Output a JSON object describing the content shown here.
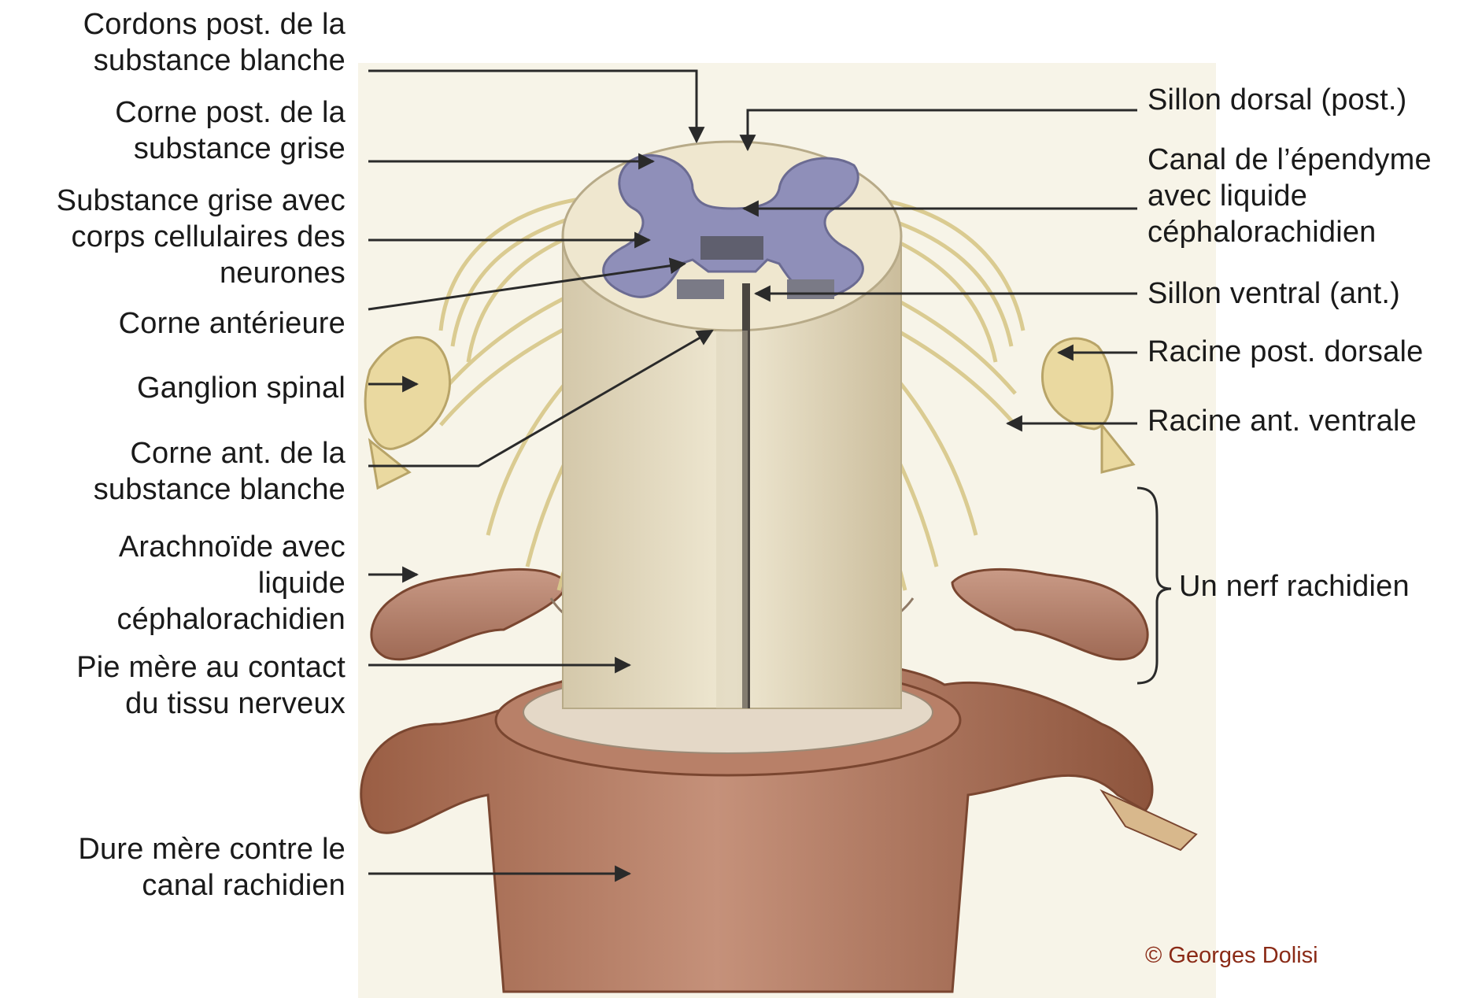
{
  "labels": {
    "cordons_post": [
      "Cordons post. de la",
      "substance blanche"
    ],
    "corne_post": [
      "Corne post. de la",
      "substance grise"
    ],
    "substance_grise": [
      "Substance grise avec",
      "corps cellulaires des",
      "neurones"
    ],
    "corne_anterieure": [
      "Corne antérieure"
    ],
    "ganglion_spinal": [
      "Ganglion spinal"
    ],
    "corne_ant_blanche": [
      "Corne ant. de la",
      "substance blanche"
    ],
    "arachnoide": [
      "Arachnoïde avec",
      "liquide",
      "céphalorachidien"
    ],
    "pie_mere": [
      "Pie mère au contact",
      "du tissu nerveux"
    ],
    "dure_mere": [
      "Dure mère contre le",
      "canal rachidien"
    ],
    "sillon_dorsal": [
      "Sillon dorsal (post.)"
    ],
    "canal_ependyme": [
      "Canal de l’épendyme",
      "avec liquide",
      "céphalorachidien"
    ],
    "sillon_ventral": [
      "Sillon ventral (ant.)"
    ],
    "racine_post": [
      "Racine post. dorsale"
    ],
    "racine_ant": [
      "Racine ant. ventrale"
    ],
    "nerf_rachidien": [
      "Un nerf rachidien"
    ]
  },
  "credit": "© Georges Dolisi",
  "colors": {
    "grey_matter": "#8f8fb9",
    "white_matter": "#ede5cc",
    "nerve_fiber": "#e3d39a",
    "dura": "#a66b50",
    "leader": "#2a2a2a",
    "credit": "#8a2a16"
  }
}
